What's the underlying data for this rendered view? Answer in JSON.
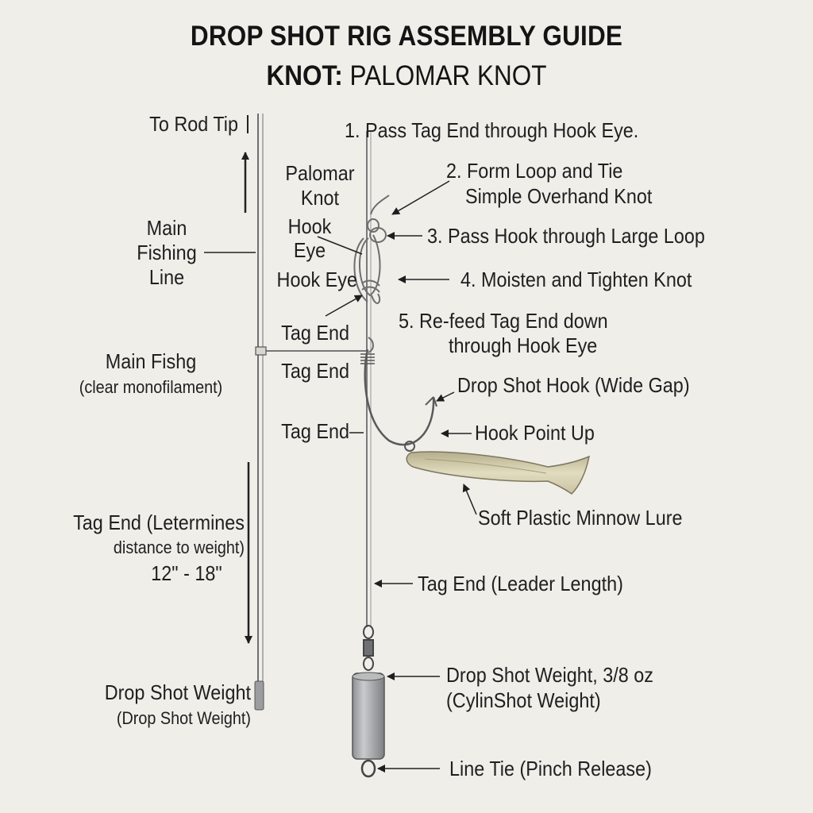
{
  "header": {
    "title": "DROP SHOT RIG ASSEMBLY GUIDE",
    "knot_prefix": "KNOT:",
    "knot_name": "PALOMAR KNOT"
  },
  "left_labels": {
    "to_rod_tip": "To Rod Tip",
    "main_line_1": "Main",
    "main_line_2": "Fishing",
    "main_line_3": "Line",
    "main_fishg": "Main Fishg",
    "clear_mono": "(clear monofilament)",
    "tag_end_det_1": "Tag End (Letermines",
    "tag_end_det_2": "distance to weight)",
    "tag_end_range": "12\" - 18\"",
    "weight_title": "Drop Shot Weight",
    "weight_sub": "(Drop Shot Weight)"
  },
  "knot_labels": {
    "palomar_1": "Palomar",
    "palomar_2": "Knot",
    "hook_eye_1": "Hook",
    "hook_eye_2": "Eye",
    "hook_eye_3": "Hook Eye",
    "tag_end_1": "Tag End",
    "tag_end_2": "Tag End",
    "tag_end_3": "Tag End"
  },
  "steps": {
    "step1": "1. Pass Tag End through Hook Eye.",
    "step2_line1": "2. Form Loop and Tie",
    "step2_line2": "Simple Overhand Knot",
    "step3": "3. Pass Hook through Large Loop",
    "step4": "4. Moisten and Tighten Knot",
    "step5_line1": "5. Re-feed Tag End down",
    "step5_line2": "through Hook Eye"
  },
  "right_labels": {
    "hook": "Drop Shot Hook (Wide Gap)",
    "hook_point": "Hook Point Up",
    "lure": "Soft Plastic Minnow Lure",
    "leader": "Tag End (Leader Length)",
    "weight_1": "Drop Shot Weight, 3/8 oz",
    "weight_2": "(CylinShot Weight)",
    "line_tie": "Line Tie (Pinch Release)"
  },
  "colors": {
    "background": "#efeee9",
    "ink": "#1e1e1e",
    "line": "#777777",
    "lure": "#d7d1b2",
    "weight": "#a9abad"
  }
}
